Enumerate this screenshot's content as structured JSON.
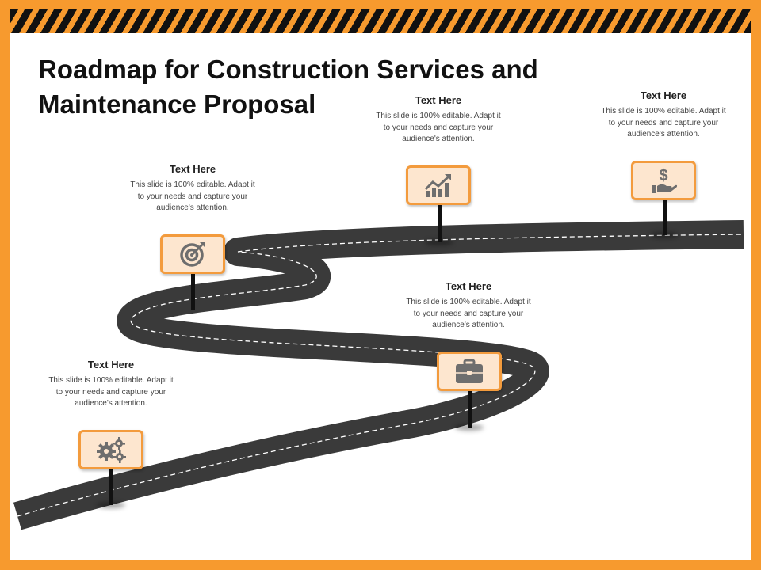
{
  "slide": {
    "title": "Roadmap for Construction Services and Maintenance Proposal"
  },
  "colors": {
    "frame": "#f79a2e",
    "road": "#3a3a3a",
    "sign_fill": "#fde6cf",
    "sign_border": "#f39b3d",
    "icon": "#6e6e6e"
  },
  "milestones": [
    {
      "heading": "Text Here",
      "body": "This slide is 100% editable. Adapt it to your needs and capture your audience's attention.",
      "icon": "gears-icon"
    },
    {
      "heading": "Text Here",
      "body": "This slide is 100% editable. Adapt it to your needs and capture your audience's attention.",
      "icon": "target-icon"
    },
    {
      "heading": "Text Here",
      "body": "This slide is 100% editable. Adapt it to your needs and capture your audience's attention.",
      "icon": "briefcase-icon"
    },
    {
      "heading": "Text Here",
      "body": "This slide is 100% editable. Adapt it to your needs and capture your audience's attention.",
      "icon": "growth-chart-icon"
    },
    {
      "heading": "Text Here",
      "body": "This slide is 100% editable. Adapt it to your needs and capture your audience's attention.",
      "icon": "dollar-hand-icon"
    }
  ]
}
